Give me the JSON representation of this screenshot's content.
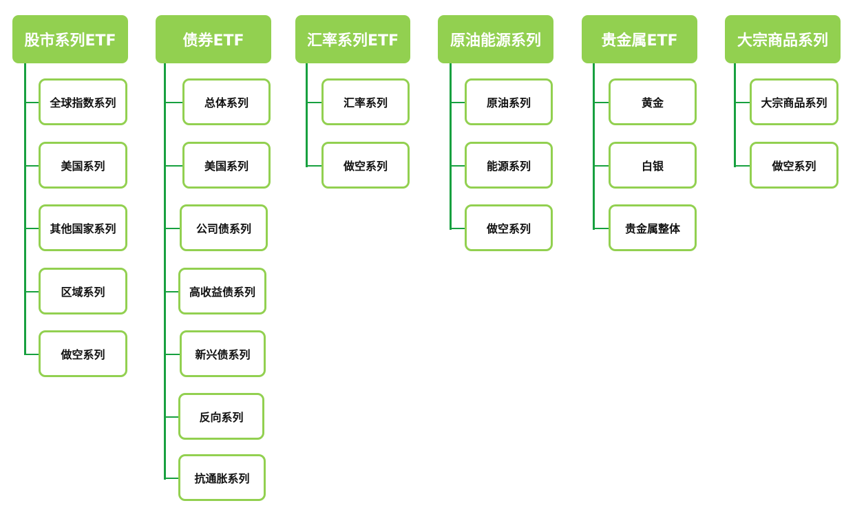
{
  "columns": [
    {
      "title": "股市系列ETF",
      "items": [
        "全球指数系列",
        "美国系列",
        "其他国家系列",
        "区域系列",
        "做空系列"
      ]
    },
    {
      "title": "债券ETF",
      "items": [
        "总体系列",
        "美国系列",
        "公司债系列",
        "高收益债系列",
        "新兴债系列",
        "反向系列",
        "抗通胀系列"
      ]
    },
    {
      "title": "汇率系列ETF",
      "items": [
        "汇率系列",
        "做空系列"
      ]
    },
    {
      "title": "原油能源系列",
      "items": [
        "原油系列",
        "能源系列",
        "做空系列"
      ]
    },
    {
      "title": "贵金属ETF",
      "items": [
        "黄金",
        "白银",
        "贵金属整体"
      ]
    },
    {
      "title": "大宗商品系列",
      "items": [
        "大宗商品系列",
        "做空系列"
      ]
    }
  ],
  "colors": {
    "header_fill": "#92d050",
    "node_border": "#92d050",
    "connector": "#17a03f"
  }
}
